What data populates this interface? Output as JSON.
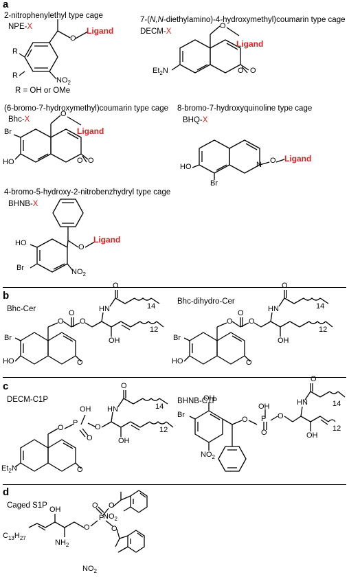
{
  "panels": {
    "a": "a",
    "b": "b",
    "c": "c",
    "d": "d"
  },
  "a": {
    "nitrophenylethyl": {
      "caption": "2-nitrophenylethyl type cage",
      "code": "NPE-",
      "x": "X",
      "ligand": "Ligand",
      "note": "R = OH or OMe",
      "r": "R",
      "no2": "NO",
      "no2_sub": "2",
      "o": "O"
    },
    "decm": {
      "caption_pre": "7-(",
      "caption_it": "N,N",
      "caption_post": "-diethylamino)-4-hydroxymethyl)coumarin type cage",
      "code": "DECM-",
      "x": "X",
      "ligand": "Ligand",
      "et2n": "Et",
      "et2n_sub": "2",
      "et2n_n": "N",
      "o": "O"
    },
    "bhc": {
      "caption": "(6-bromo-7-hydroxymethyl)coumarin type cage",
      "code": "Bhc-",
      "x": "X",
      "ligand": "Ligand",
      "br": "Br",
      "ho": "HO",
      "o": "O"
    },
    "bhq": {
      "caption": "8-bromo-7-hydroxyquinoline type cage",
      "code": "BHQ-",
      "x": "X",
      "ligand": "Ligand",
      "ho": "HO",
      "br": "Br",
      "n": "N",
      "o": "O"
    },
    "bhnb": {
      "caption": "4-bromo-5-hydroxy-2-nitrobenzhydryl type cage",
      "code": "BHNB-",
      "x": "X",
      "ligand": "Ligand",
      "ho": "HO",
      "br": "Br",
      "no2": "NO",
      "no2_sub": "2",
      "o": "O"
    }
  },
  "b": {
    "bhc_cer": {
      "label": "Bhc-Cer",
      "br": "Br",
      "ho": "HO",
      "o": "O",
      "hn": "HN",
      "oh": "OH",
      "n14": "14",
      "n12": "12"
    },
    "bhc_dihydro": {
      "label": "Bhc-dihydro-Cer",
      "br": "Br",
      "ho": "HO",
      "o": "O",
      "hn": "HN",
      "oh": "OH",
      "n14": "14",
      "n12": "12"
    }
  },
  "c": {
    "decm_c1p": {
      "label": "DECM-C1P",
      "et2n": "Et",
      "et2n_sub": "2",
      "et2n_n": "N",
      "o": "O",
      "p": "P",
      "oh": "OH",
      "hn": "HN",
      "n14": "14",
      "n12": "12"
    },
    "bhnb_c1p": {
      "label": "BHNB-C1P",
      "br": "Br",
      "oh": "OH",
      "no2": "NO",
      "no2_sub": "2",
      "o": "O",
      "p": "P",
      "hn": "HN",
      "n14": "14",
      "n12": "12"
    }
  },
  "d": {
    "caged_s1p": {
      "label": "Caged S1P",
      "c13h27": "C",
      "c13h27_sub": "13",
      "h27": "H",
      "h27_sub": "27",
      "oh": "OH",
      "nh2": "NH",
      "nh2_sub": "2",
      "o": "O",
      "p": "P",
      "no2": "NO",
      "no2_sub": "2"
    }
  }
}
